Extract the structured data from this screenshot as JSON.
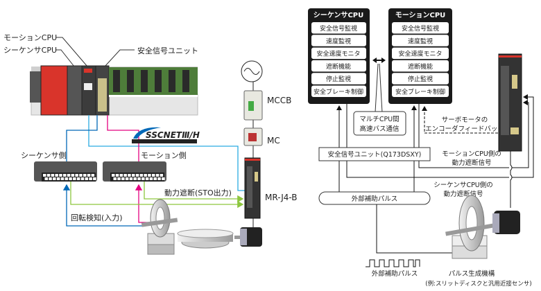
{
  "left": {
    "labels": {
      "motion_cpu": "モーションCPU",
      "sequencer_cpu": "シーケンサCPU",
      "safety_unit": "安全信号ユニット",
      "sequencer_side": "シーケンサ側",
      "motion_side": "モーション側",
      "sto_output": "動力遮断(STO出力)",
      "rotation_detect": "回転検知(入力)",
      "mccb": "MCCB",
      "mc": "MC",
      "amplifier": "MR-J4-B"
    },
    "logo": {
      "text": "SSCNETⅢ/H",
      "subtext": "SERVO SYSTEM CONTROLLER NETWORK"
    }
  },
  "right": {
    "sequencer_cpu": {
      "title": "シーケンサCPU",
      "items": [
        "安全信号監視",
        "速度監視",
        "安全速度モニタ",
        "遮断機能",
        "停止監視",
        "安全ブレーキ制御"
      ]
    },
    "motion_cpu": {
      "title": "モーションCPU",
      "items": [
        "安全信号監視",
        "速度監視",
        "安全速度モニタ",
        "遮断機能",
        "停止監視",
        "安全ブレーキ制御"
      ]
    },
    "multi_cpu_bus": [
      "マルチCPU間",
      "高速バス通信"
    ],
    "encoder_feedback": [
      "サーボモータの",
      "エンコーダフィードバック"
    ],
    "safety_unit": "安全信号ユニット(Q173DSXY)",
    "motion_cutoff": [
      "モーションCPU側の",
      "動力遮断信号"
    ],
    "sequencer_cutoff": [
      "シーケンサCPU側の",
      "動力遮断信号"
    ],
    "aux_pulse_box": "外部補助パルス",
    "aux_pulse_label": "外部補助パルス",
    "pulse_mechanism": "パルス生成機構",
    "pulse_mechanism_example": "(例:スリットディスクと汎用近接センサ)"
  },
  "colors": {
    "cyan": "#29abe2",
    "blue": "#0068b7",
    "magenta": "#e4007f",
    "green": "#8dc63f",
    "cpu_box": "#1a1a1a",
    "plc_red": "#d9342b",
    "io_green": "#4e7d3a"
  }
}
